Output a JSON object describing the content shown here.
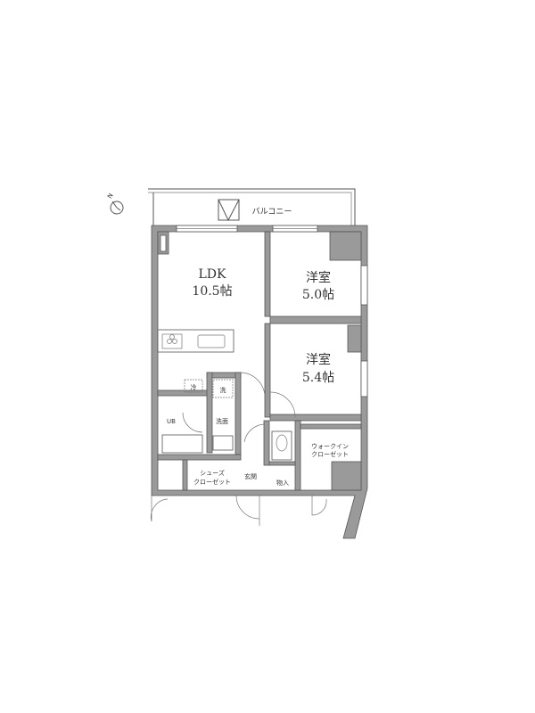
{
  "compass": {
    "label": "N"
  },
  "balcony": {
    "label": "バルコニー"
  },
  "rooms": {
    "ldk": {
      "name": "LDK",
      "size": "10.5帖"
    },
    "bedroom1": {
      "name": "洋室",
      "size": "5.0帖"
    },
    "bedroom2": {
      "name": "洋室",
      "size": "5.4帖"
    },
    "fridge": "冷",
    "washer": "洗",
    "bath": "UB",
    "washroom": "洗面",
    "shoe_closet": {
      "line1": "シューズ",
      "line2": "クローゼット"
    },
    "entrance": "玄関",
    "storage": "物入",
    "walk_in_closet": {
      "line1": "ウォークイン",
      "line2": "クローゼット"
    }
  }
}
